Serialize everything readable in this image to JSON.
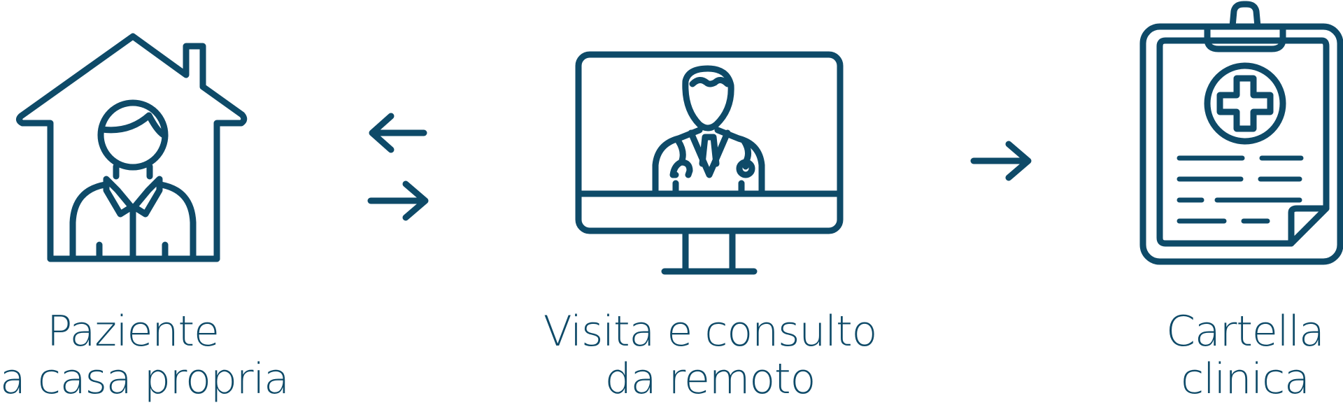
{
  "colors": {
    "ink": "#0e4a68"
  },
  "steps": [
    {
      "icon": "home-patient-icon",
      "label_line1": "Paziente",
      "label_line2": "a casa propria"
    },
    {
      "icon": "monitor-doctor-icon",
      "label_line1": "Visita e consulto",
      "label_line2": "da remoto"
    },
    {
      "icon": "clipboard-medical-record-icon",
      "label_line1": "Cartella",
      "label_line2": "clinica"
    }
  ],
  "connectors": [
    {
      "icon": "bidirectional-arrows-icon"
    },
    {
      "icon": "arrow-right-icon"
    }
  ]
}
